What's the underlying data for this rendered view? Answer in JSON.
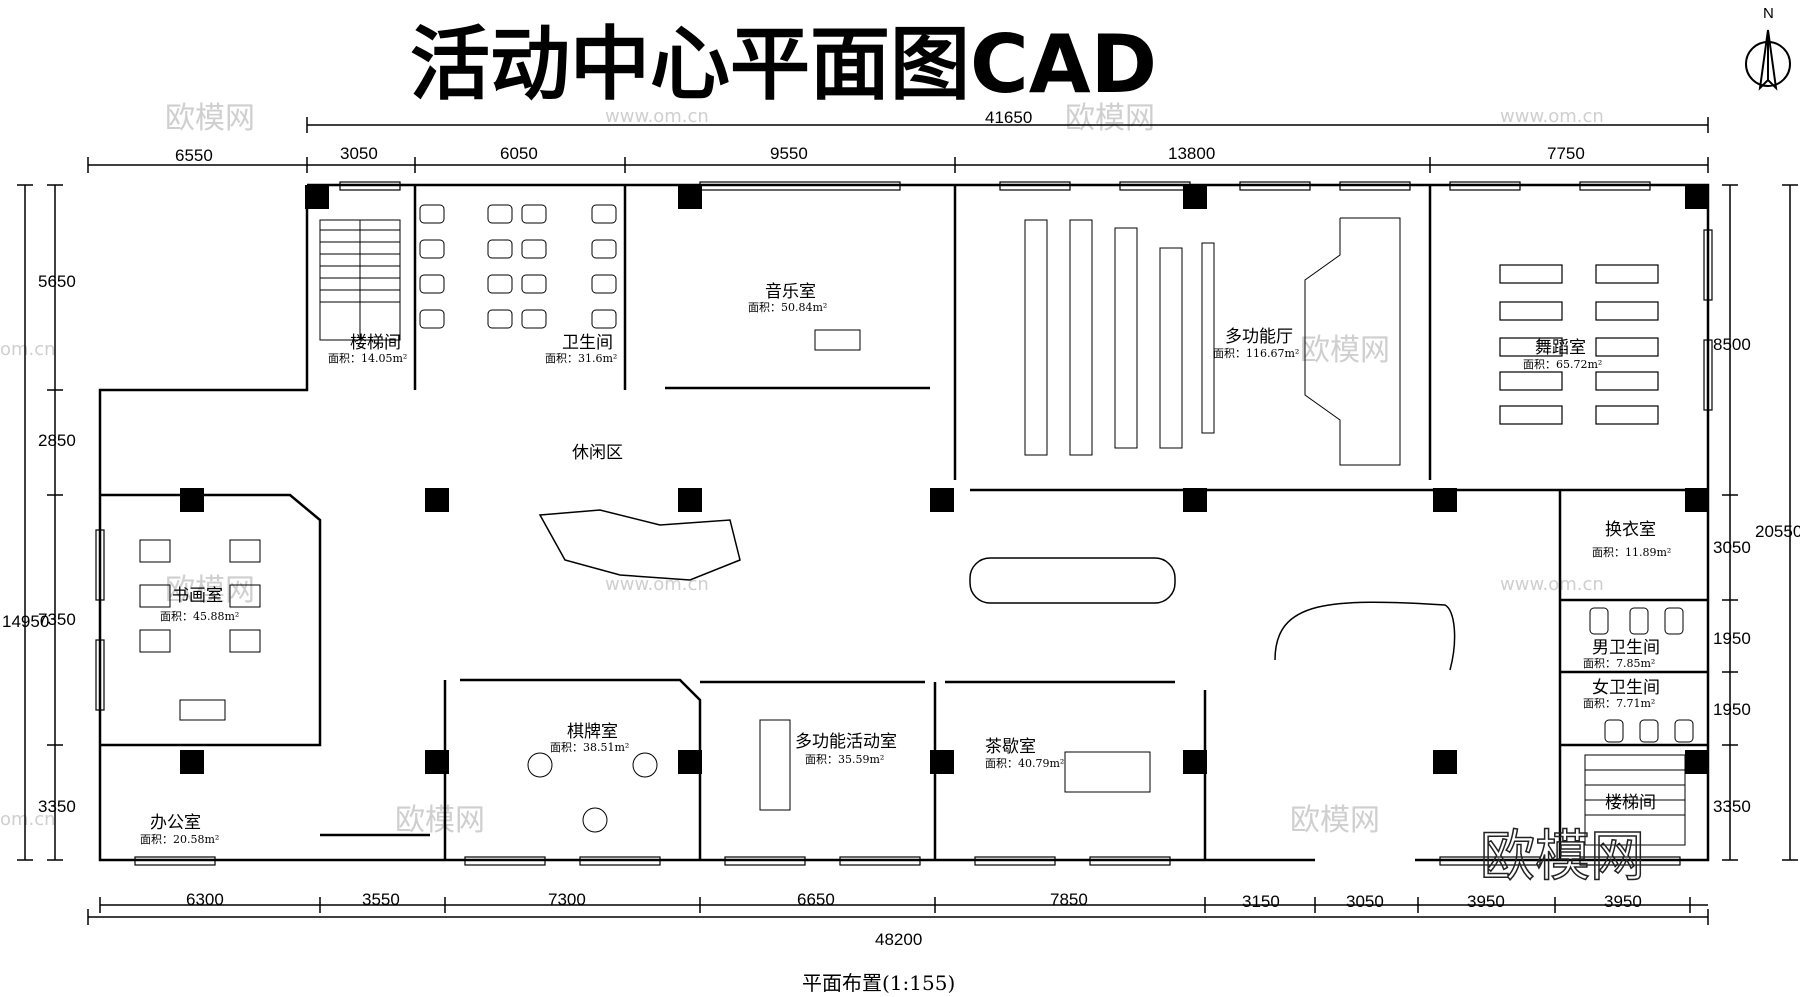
{
  "title": "活动中心平面图CAD",
  "north": "N",
  "caption": "平面布置(1:155)",
  "watermark": {
    "logo": "欧模网",
    "site": "www.om.cn",
    "short": "om.cn"
  },
  "dimensions": {
    "total_top": "41650",
    "top_segments": [
      "6550",
      "3050",
      "6050",
      "9550",
      "13800",
      "7750"
    ],
    "total_bottom": "48200",
    "bottom_segments": [
      "6300",
      "3550",
      "7300",
      "6650",
      "7850",
      "3150",
      "3050",
      "3950",
      "3950"
    ],
    "left_total": "14950",
    "left_segments": [
      "5650",
      "2850",
      "7350",
      "3350"
    ],
    "right_total": "20550",
    "right_segments": [
      "8500",
      "3050",
      "1950",
      "1950",
      "3350"
    ]
  },
  "rooms": [
    {
      "name": "楼梯间",
      "area": "面积：14.05m²"
    },
    {
      "name": "卫生间",
      "area": "面积：31.6m²"
    },
    {
      "name": "音乐室",
      "area": "面积：50.84m²"
    },
    {
      "name": "多功能厅",
      "area": "面积：116.67m²"
    },
    {
      "name": "舞蹈室",
      "area": "面积：65.72m²"
    },
    {
      "name": "休闲区",
      "area": ""
    },
    {
      "name": "换衣室",
      "area": "面积：11.89m²"
    },
    {
      "name": "书画室",
      "area": "面积：45.88m²"
    },
    {
      "name": "男卫生间",
      "area": "面积：7.85m²"
    },
    {
      "name": "女卫生间",
      "area": "面积：7.71m²"
    },
    {
      "name": "办公室",
      "area": "面积：20.58m²"
    },
    {
      "name": "棋牌室",
      "area": "面积：38.51m²"
    },
    {
      "name": "多功能活动室",
      "area": "面积：35.59m²"
    },
    {
      "name": "茶歇室",
      "area": "面积：40.79m²"
    },
    {
      "name": "楼梯间",
      "area": ""
    }
  ],
  "colors": {
    "line": "#000000",
    "watermark": "#cfcfcf",
    "background": "#ffffff"
  }
}
